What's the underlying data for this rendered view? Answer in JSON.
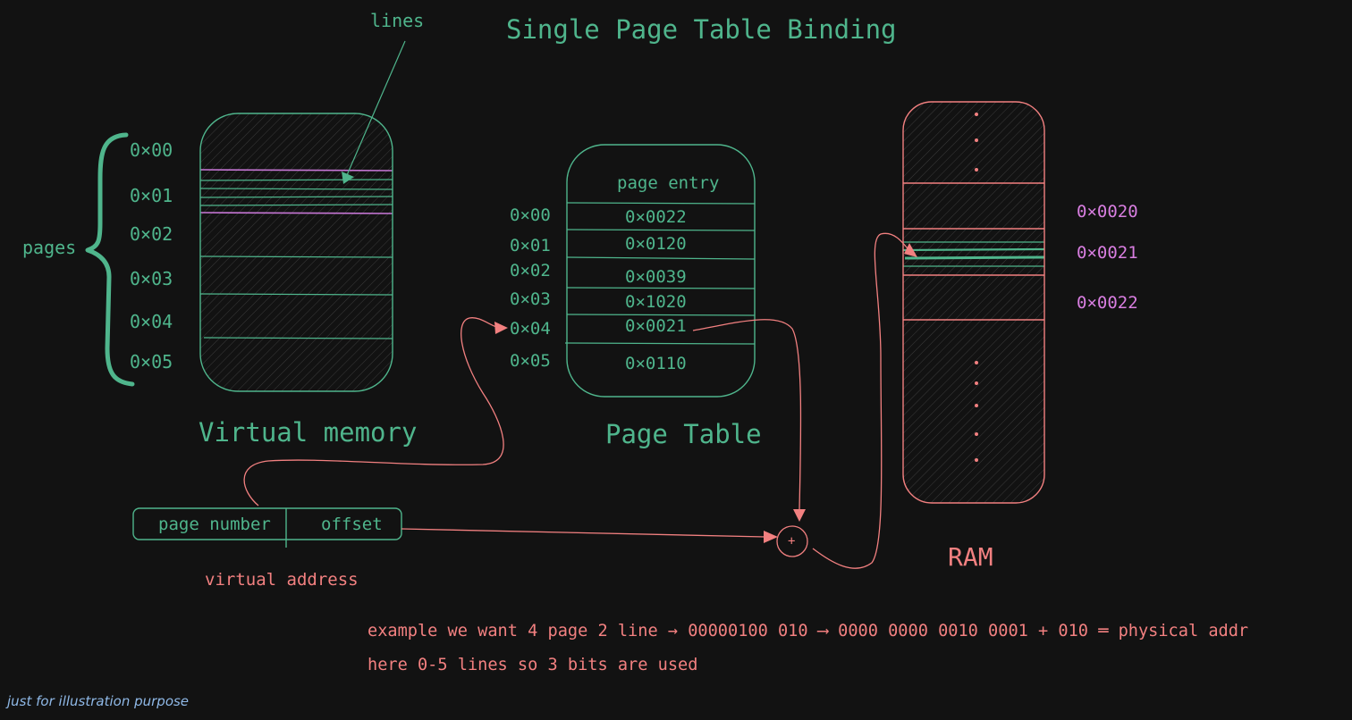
{
  "title": "Single Page Table Binding",
  "labels": {
    "lines": "lines",
    "pages": "pages",
    "virtual_memory": "Virtual memory",
    "page_table": "Page Table",
    "page_entry": "page entry",
    "ram": "RAM",
    "page_number": "page number",
    "offset": "offset",
    "virtual_address": "virtual address",
    "plus": "+"
  },
  "virtual_memory_pages": [
    "0×00",
    "0×01",
    "0×02",
    "0×03",
    "0×04",
    "0×05"
  ],
  "page_table": {
    "indices": [
      "0×00",
      "0×01",
      "0×02",
      "0×03",
      "0×04",
      "0×05"
    ],
    "entries": [
      "0×0022",
      "0×0120",
      "0×0039",
      "0×1020",
      "0×0021",
      "0×0110"
    ]
  },
  "ram_addresses": [
    "0×0020",
    "0×0021",
    "0×0022"
  ],
  "notes": {
    "example": "example we want 4 page 2 line → 00000100 010  ⟶ 0000 0000 0010 0001 + 010 ═ physical addr",
    "bits": "here 0-5 lines so 3 bits are used",
    "footer": "just for illustration purpose"
  },
  "colors": {
    "background": "#121212",
    "green": "#4fb58c",
    "red": "#f28080",
    "pink": "#d87ee0",
    "blue": "#8fb8e6"
  }
}
